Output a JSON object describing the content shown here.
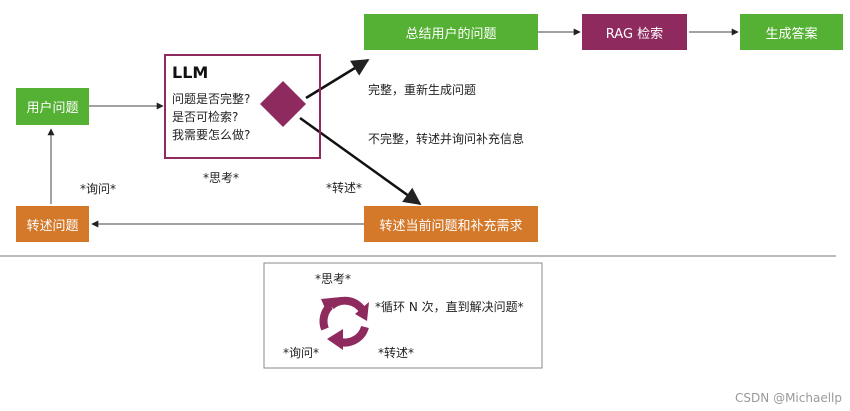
{
  "nodes": {
    "user_question": "用户问题",
    "restate_question": "转述问题",
    "summarize_question": "总结用户的问题",
    "rag_search": "RAG 检索",
    "generate_answer": "生成答案",
    "restate_current": "转述当前问题和补充需求"
  },
  "llm_panel": {
    "title": "LLM",
    "lines": [
      "问题是否完整?",
      "是否可检索?",
      "我需要怎么做?"
    ]
  },
  "edge_labels": {
    "complete": "完整，重新生成问题",
    "incomplete": "不完整，转述并询问补充信息",
    "ask": "*询问*",
    "think": "*思考*",
    "restate": "*转述*"
  },
  "legend": {
    "think": "*思考*",
    "loop": "*循环 N 次，直到解决问题*",
    "ask": "*询问*",
    "restate": "*转述*"
  },
  "watermark": "CSDN @Michaellp",
  "colors": {
    "green": "#55b134",
    "orange": "#d4782a",
    "purple": "#8e2a5e"
  }
}
